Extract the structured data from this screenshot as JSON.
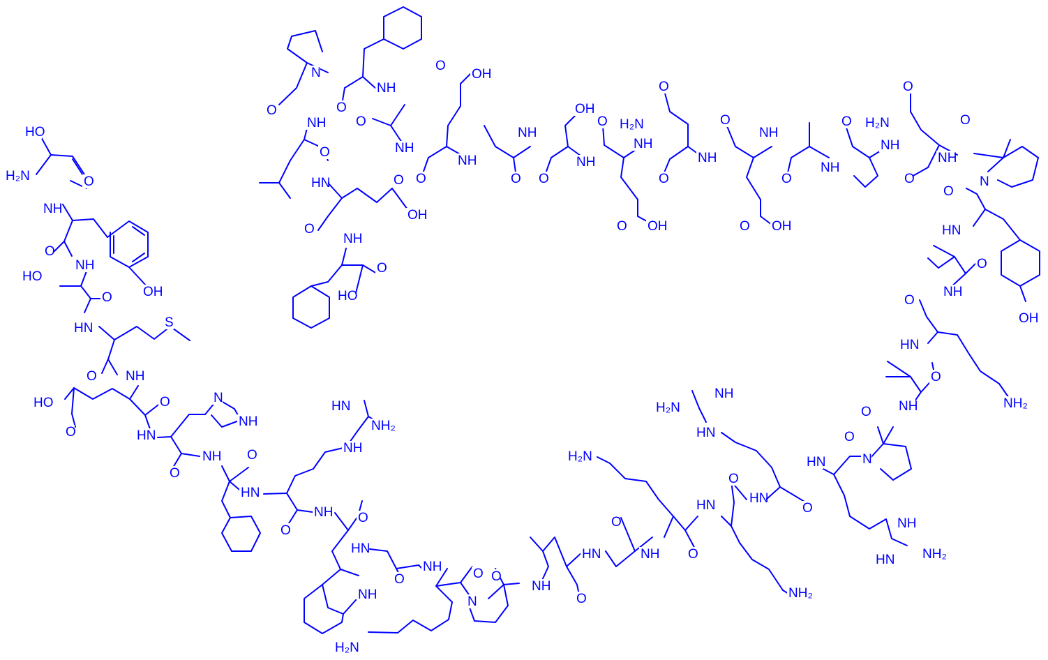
{
  "diagram": {
    "type": "chemical-structure",
    "color": "#0000ff",
    "labels": {
      "ho_ser1": "HO",
      "h2n_nterm": "H₂N",
      "o_ser1": "O",
      "nh_tyr2": "NH",
      "o_tyr2": "O",
      "oh_tyr2": "OH",
      "nh_ser3": "NH",
      "ho_ser3": "HO",
      "o_ser3": "O",
      "hn_met4": "HN",
      "s_met4": "S",
      "o_met4": "O",
      "nh_glu5": "NH",
      "hooc_glu5": "HO",
      "o_glu5_acid": "O",
      "o_glu5": "O",
      "hn_his6": "HN",
      "n_his6_ring": "N",
      "nh_his6_ring": "NH",
      "o_his6": "O",
      "nh_phe7": "NH",
      "o_phe7": "O",
      "hn_arg8": "HN",
      "hn_arg8_guan": "HN",
      "nh2_arg8_guan": "NH₂",
      "nh_arg8_side": "NH",
      "o_arg8": "O",
      "nh_trp9": "NH",
      "nh_trp9_ring": "NH",
      "o_trp9": "O",
      "hn_gly10": "HN",
      "o_gly10": "O",
      "nh_lys11": "NH",
      "h2n_lys11": "H₂N",
      "o_lys11": "O",
      "n_pro12": "N",
      "o_pro12": "O",
      "nh_val13": "NH",
      "o_val13": "O",
      "hn_gly14": "HN",
      "o_gly14": "O",
      "nh_lys15": "NH",
      "h2n_lys15": "H₂N",
      "o_lys15": "O",
      "hn_lys16": "HN",
      "nh2_lys16": "NH₂",
      "o_lys16": "O",
      "hn_arg17": "HN",
      "h2n_arg17_guan": "H₂N",
      "nh_arg17_guan": "NH",
      "hn_arg17_side": "HN",
      "o_arg17": "O",
      "hn_arg18": "HN",
      "o_arg18": "O",
      "nh_arg18_side": "NH",
      "hn_arg18_guan": "HN",
      "nh2_arg18_guan": "NH₂",
      "n_pro19": "N",
      "o_pro19": "O",
      "nh_val20": "NH",
      "o_val20": "O",
      "hn_lys21": "HN",
      "nh2_lys21": "NH₂",
      "o_lys21": "O",
      "nh_val22": "NH",
      "o_val22": "O",
      "hn_tyr23": "HN",
      "oh_tyr23": "OH",
      "o_tyr23": "O",
      "n_pro24": "N",
      "o_pro24": "O",
      "nh_asn25": "NH",
      "h2n_asn25": "H₂N",
      "o_asn25_amide": "O",
      "o_asn25": "O",
      "nh_val26": "NH",
      "o_val26": "O",
      "nh_ala27": "NH",
      "o_ala27": "O",
      "nh_glu28": "NH",
      "oh_glu28": "OH",
      "o_glu28_acid": "O",
      "o_glu28": "O",
      "nh_asn29": "NH",
      "h2n_asn29": "H₂N",
      "o_asn29_amide": "O",
      "o_asn29": "O",
      "nh_glu30": "NH",
      "oh_glu30": "OH",
      "o_glu30_acid": "O",
      "o_glu30": "O",
      "nh_ser31": "NH",
      "oh_ser31": "OH",
      "o_ser31": "O",
      "nh_ala32": "NH",
      "o_ala32": "O",
      "nh_glu33": "NH",
      "oh_glu33": "OH",
      "o_glu33_acid": "O",
      "o_glu33": "O",
      "nh_ala34": "NH",
      "o_ala34": "O",
      "nh_phe35": "NH",
      "o_phe35": "O",
      "n_pro36": "N",
      "o_pro36": "O",
      "nh_leu37": "NH",
      "o_leu37": "O",
      "hn_glu38": "HN",
      "oh_glu38": "OH",
      "o_glu38_acid": "O",
      "o_glu38": "O",
      "nh_phe39": "NH",
      "o_phe39": "O",
      "ho_phe39": "HO"
    }
  }
}
